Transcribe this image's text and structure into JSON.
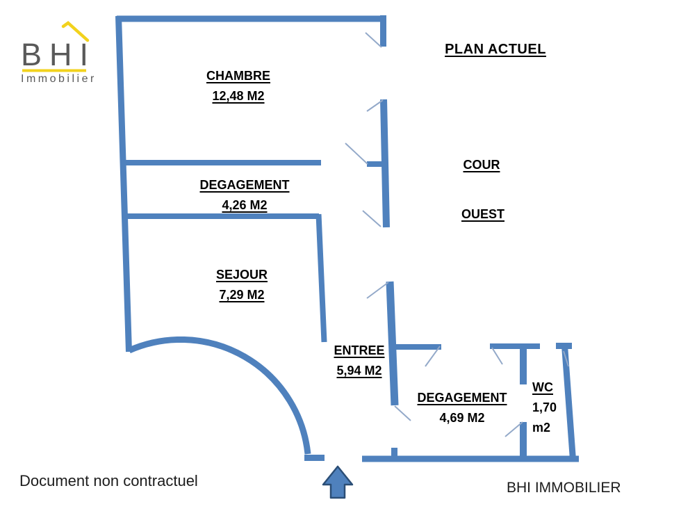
{
  "colors": {
    "wall_blue": "#4f81bd",
    "swing_line_blue": "#93a9c9",
    "accent_yellow": "#f2d21d",
    "logo_gray": "#595959",
    "text_black": "#000000"
  },
  "logo": {
    "text": "BHI",
    "subtext": "Immobilier"
  },
  "plan": {
    "title": "PLAN ACTUEL",
    "labels": {
      "chambre": {
        "name": "CHAMBRE",
        "area": "12,48 M2"
      },
      "degagement_haut": {
        "name": "DEGAGEMENT",
        "area": "4,26 M2"
      },
      "sejour": {
        "name": "SEJOUR",
        "area": "7,29 M2"
      },
      "entree": {
        "name": "ENTREE",
        "area": "5,94 M2"
      },
      "degagement_bas": {
        "name": "DEGAGEMENT",
        "area": "4,69 M2"
      },
      "wc": {
        "name": "WC",
        "area_value": "1,70",
        "area_unit": "m2"
      },
      "cour": {
        "line1": "COUR",
        "line2": "OUEST"
      }
    }
  },
  "footer": {
    "disclaimer": "Document non contractuel",
    "company": "BHI IMMOBILIER"
  }
}
